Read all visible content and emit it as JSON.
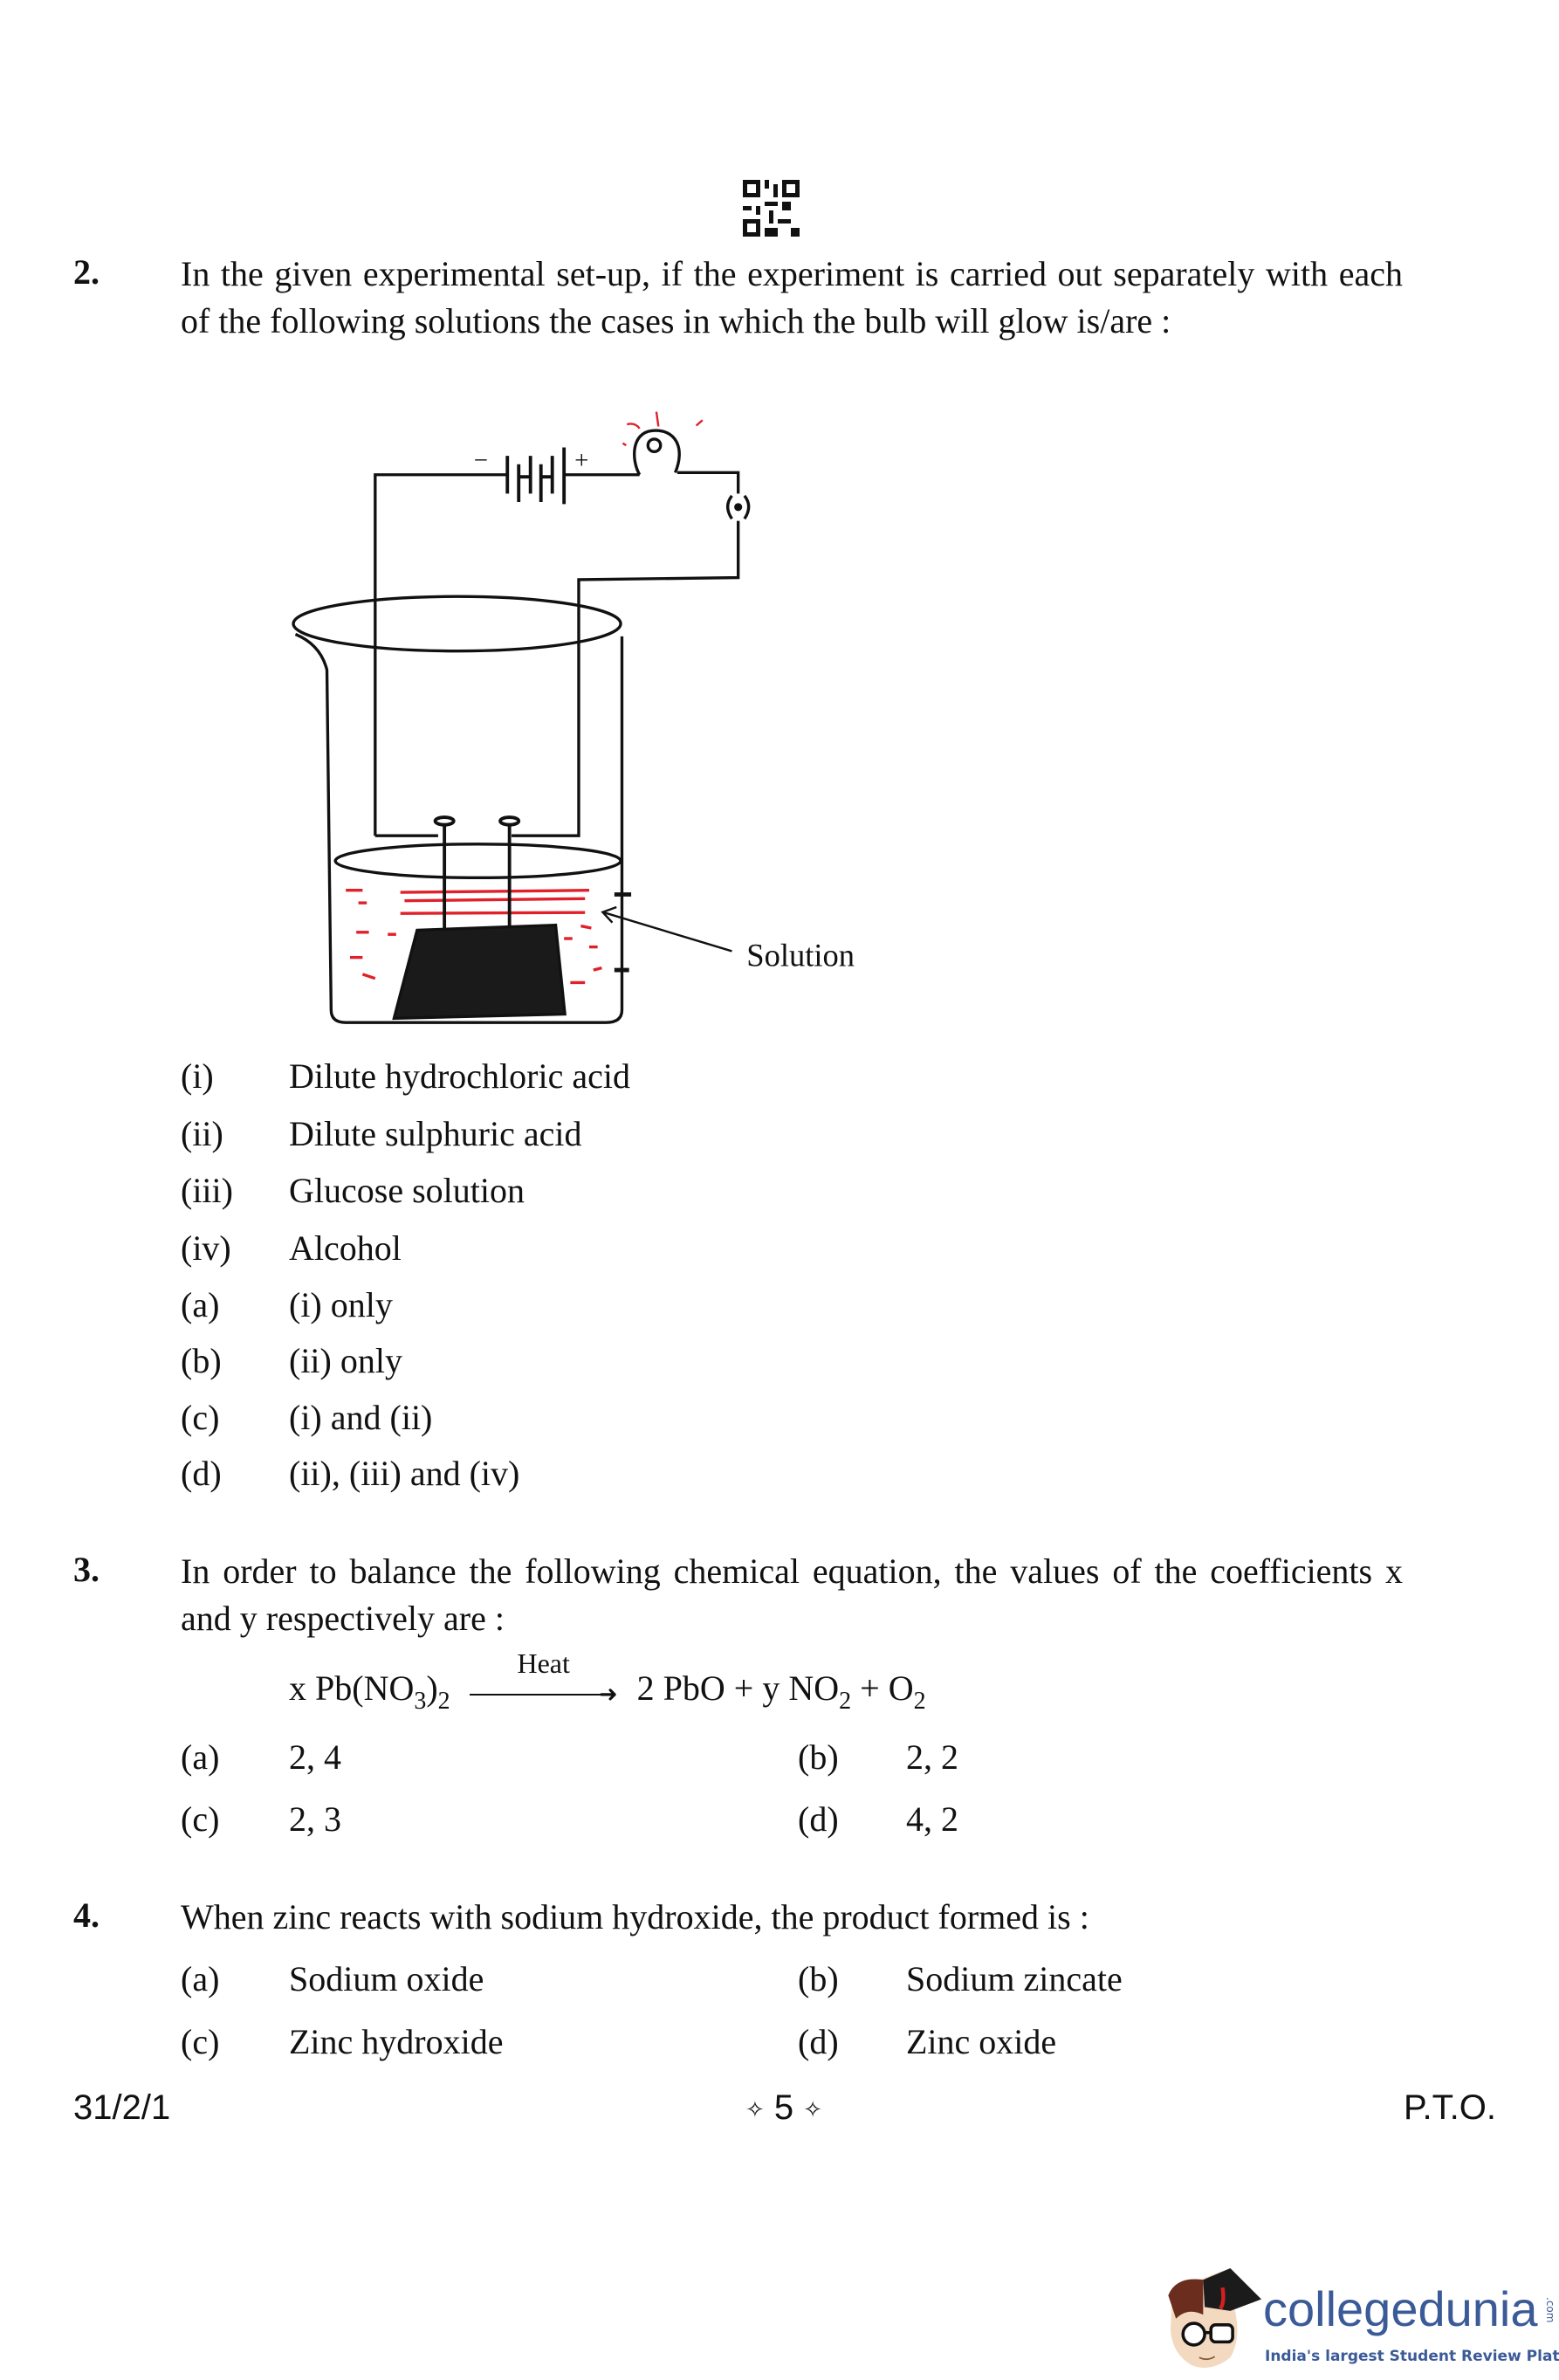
{
  "q2": {
    "number": "2.",
    "text": "In the given experimental set-up, if the experiment is carried out separately with each of the following solutions the cases in which the bulb will glow is/are :",
    "diagram": {
      "label": "Solution",
      "minus": "−",
      "plus": "+"
    },
    "items": [
      {
        "label": "(i)",
        "text": "Dilute hydrochloric acid"
      },
      {
        "label": "(ii)",
        "text": "Dilute sulphuric acid"
      },
      {
        "label": "(iii)",
        "text": "Glucose solution"
      },
      {
        "label": "(iv)",
        "text": "Alcohol"
      }
    ],
    "options": [
      {
        "label": "(a)",
        "text": "(i) only"
      },
      {
        "label": "(b)",
        "text": "(ii) only"
      },
      {
        "label": "(c)",
        "text": "(i) and (ii)"
      },
      {
        "label": "(d)",
        "text": "(ii), (iii) and (iv)"
      }
    ]
  },
  "q3": {
    "number": "3.",
    "text": "In order to balance the following chemical equation, the values of the coefficients x and y respectively are :",
    "equation": {
      "lhs_prefix": "x Pb(NO",
      "lhs_sub1": "3",
      "lhs_mid": ")",
      "lhs_sub2": "2",
      "condition": "Heat",
      "rhs_a": "2 PbO + y NO",
      "rhs_sub1": "2",
      "rhs_b": " + O",
      "rhs_sub2": "2"
    },
    "options": [
      {
        "label": "(a)",
        "text": "2, 4"
      },
      {
        "label": "(b)",
        "text": "2, 2"
      },
      {
        "label": "(c)",
        "text": "2, 3"
      },
      {
        "label": "(d)",
        "text": "4, 2"
      }
    ]
  },
  "q4": {
    "number": "4.",
    "text": "When zinc reacts with sodium hydroxide, the product formed is :",
    "options": [
      {
        "label": "(a)",
        "text": "Sodium oxide"
      },
      {
        "label": "(b)",
        "text": "Sodium zincate"
      },
      {
        "label": "(c)",
        "text": "Zinc hydroxide"
      },
      {
        "label": "(d)",
        "text": "Zinc oxide"
      }
    ]
  },
  "footer": {
    "code": "31/2/1",
    "page": "5",
    "pto": "P.T.O."
  },
  "logo": {
    "brand": "collegedunia",
    "suffix": ".com",
    "tagline": "India's largest Student Review Platform",
    "color": "#3b5a98"
  }
}
